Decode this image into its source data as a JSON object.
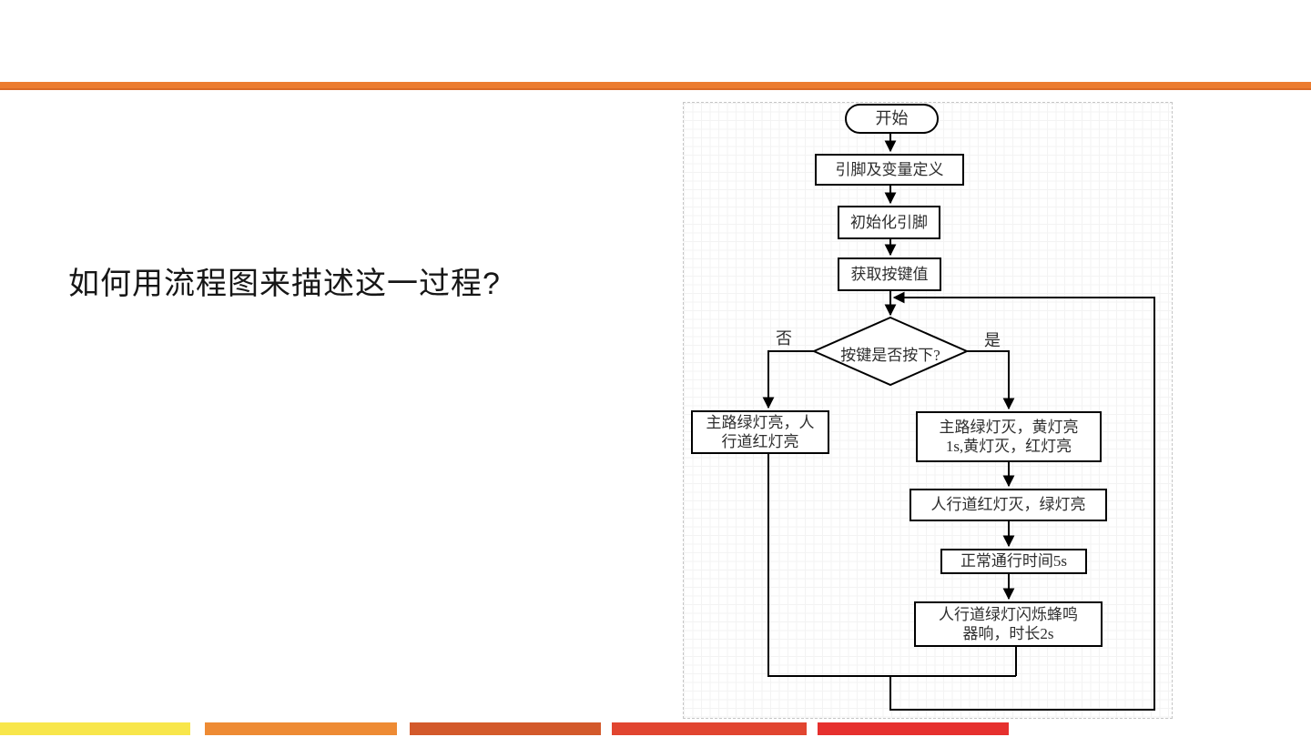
{
  "slide": {
    "title": "如何用流程图来描述这一过程?",
    "accent_bar_color": "#EC7C2F",
    "bottom_bars": [
      {
        "name": "yellow",
        "color": "#F8E64B"
      },
      {
        "name": "orange",
        "color": "#EE8B34"
      },
      {
        "name": "rust",
        "color": "#D3592B"
      },
      {
        "name": "red-orange",
        "color": "#E14530"
      },
      {
        "name": "red",
        "color": "#E6302E"
      }
    ]
  },
  "flowchart": {
    "nodes": {
      "start": "开始",
      "define": "引脚及变量定义",
      "init": "初始化引脚",
      "read": "获取按键值",
      "decision": "按键是否按下?",
      "branch_no": "主路绿灯亮，人\n行道红灯亮",
      "branch_yes": "主路绿灯灭，黄灯亮\n1s,黄灯灭，红灯亮",
      "ped_green": "人行道红灯灭，绿灯亮",
      "pass_time": "正常通行时间5s",
      "blink": "人行道绿灯闪烁蜂鸣\n器响，时长2s"
    },
    "labels": {
      "no": "否",
      "yes": "是"
    },
    "edges": [
      {
        "from": "start",
        "to": "define"
      },
      {
        "from": "define",
        "to": "init"
      },
      {
        "from": "init",
        "to": "read"
      },
      {
        "from": "read",
        "to": "decision"
      },
      {
        "from": "decision",
        "to": "branch_no",
        "label": "否"
      },
      {
        "from": "decision",
        "to": "branch_yes",
        "label": "是"
      },
      {
        "from": "branch_yes",
        "to": "ped_green"
      },
      {
        "from": "ped_green",
        "to": "pass_time"
      },
      {
        "from": "pass_time",
        "to": "blink"
      },
      {
        "from": "branch_no",
        "to": "decision"
      },
      {
        "from": "blink",
        "to": "decision"
      }
    ]
  }
}
